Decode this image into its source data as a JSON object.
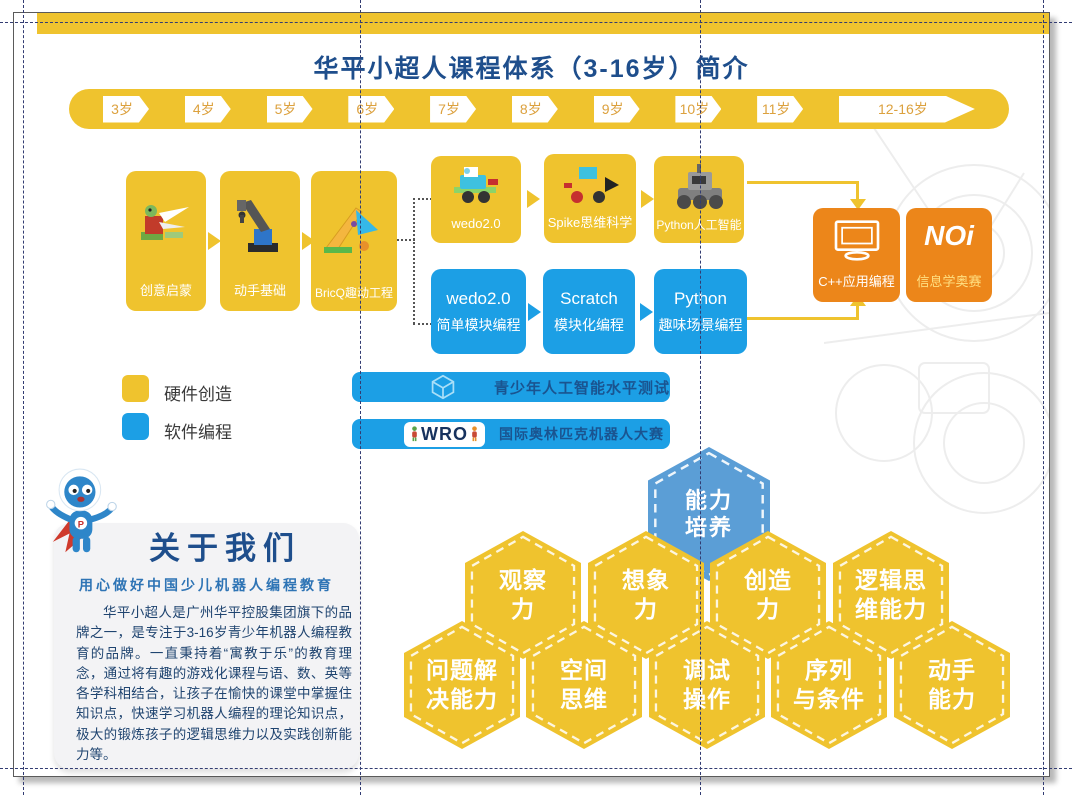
{
  "page": {
    "title": "华平小超人课程体系（3-16岁）简介"
  },
  "timeline": {
    "ages": [
      "3岁",
      "4岁",
      "5岁",
      "6岁",
      "7岁",
      "8岁",
      "9岁",
      "10岁",
      "11岁",
      "12-16岁"
    ]
  },
  "hardware": {
    "items": [
      {
        "label": "创意启蒙"
      },
      {
        "label": "动手基础"
      },
      {
        "label": "BricQ趣动工程"
      }
    ]
  },
  "software_upper": {
    "items": [
      {
        "label": "wedo2.0"
      },
      {
        "label": "Spike思维科学"
      },
      {
        "label": "Python人工智能"
      }
    ]
  },
  "software_lower": {
    "items": [
      {
        "line1": "wedo2.0",
        "line2": "简单模块编程"
      },
      {
        "line1": "Scratch",
        "line2": "模块化编程"
      },
      {
        "line1": "Python",
        "line2": "趣味场景编程"
      }
    ]
  },
  "advanced": {
    "cpp_label": "C++应用编程",
    "noi_logo": "NOi",
    "noi_label": "信息学奥赛"
  },
  "legend": {
    "items": [
      {
        "label": "硬件创造",
        "color": "#EFC32E"
      },
      {
        "label": "软件编程",
        "color": "#1C9FE5"
      }
    ]
  },
  "banners": {
    "ai_test": {
      "text": "青少年人工智能水平测试"
    },
    "wro": {
      "logo": "WRO",
      "text": "国际奥林匹克机器人大赛"
    }
  },
  "abilities": {
    "center": {
      "lines": [
        "能力",
        "培养"
      ]
    },
    "top": [
      {
        "lines": [
          "观察",
          "力"
        ]
      },
      {
        "lines": [
          "想象",
          "力"
        ]
      },
      {
        "lines": [
          "创造",
          "力"
        ]
      },
      {
        "lines": [
          "逻辑思",
          "维能力"
        ]
      }
    ],
    "bottom": [
      {
        "lines": [
          "问题解",
          "决能力"
        ]
      },
      {
        "lines": [
          "空间",
          "思维"
        ]
      },
      {
        "lines": [
          "调试",
          "操作"
        ]
      },
      {
        "lines": [
          "序列",
          "与条件"
        ]
      },
      {
        "lines": [
          "动手",
          "能力"
        ]
      }
    ]
  },
  "about": {
    "heading": "关于我们",
    "tagline": "用心做好中国少儿机器人编程教育",
    "paragraph": "华平小超人是广州华平控股集团旗下的品牌之一，是专注于3-16岁青少年机器人编程教育的品牌。一直秉持着“寓教于乐”的教育理念，通过将有趣的游戏化课程与语、数、英等各学科相结合，让孩子在愉快的课堂中掌握住知识点，快速学习机器人编程的理论知识点，极大的锻炼孩子的逻辑思维力以及实践创新能力等。"
  },
  "icons": {
    "cpp": "monitor-icon",
    "ai_test": "cube-wireframe-icon",
    "wro": "wro-kids-icon",
    "mascot": "robot-mascot",
    "background": "gear-blueprint-decor"
  },
  "colors": {
    "yellow": "#EFC32E",
    "blue": "#1C9FE5",
    "orange": "#EC861A",
    "navy": "#1E4E8C"
  }
}
